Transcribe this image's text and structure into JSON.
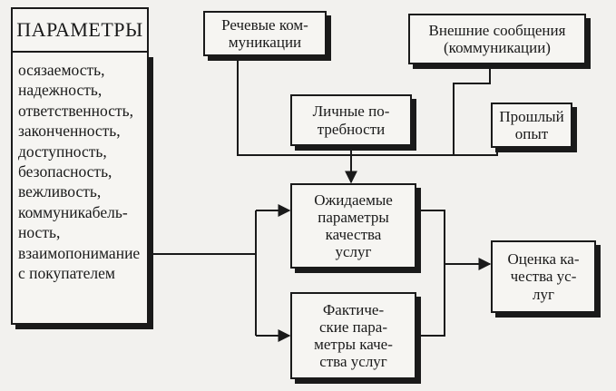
{
  "parameters": {
    "title": "ПАРАМЕТРЫ",
    "items": [
      "осязаемость,",
      "надежность,",
      "ответственность,",
      "законченность,",
      "доступность,",
      "безопасность,",
      "вежливость,",
      "коммуникабель-",
      "ность,",
      "взаимопонимание",
      "с покупателем"
    ]
  },
  "boxes": {
    "speech": "Речевые ком-\nмуникации",
    "external": "Внешние сообщения\n(коммуникации)",
    "needs": "Личные по-\nтребности",
    "experience": "Прошлый\nопыт",
    "expected": "Ожидаемые\nпараметры\nкачества\nуслуг",
    "actual": "Фактиче-\nские пара-\nметры каче-\nства услуг",
    "evaluation": "Оценка ка-\nчества ус-\nлуг"
  }
}
